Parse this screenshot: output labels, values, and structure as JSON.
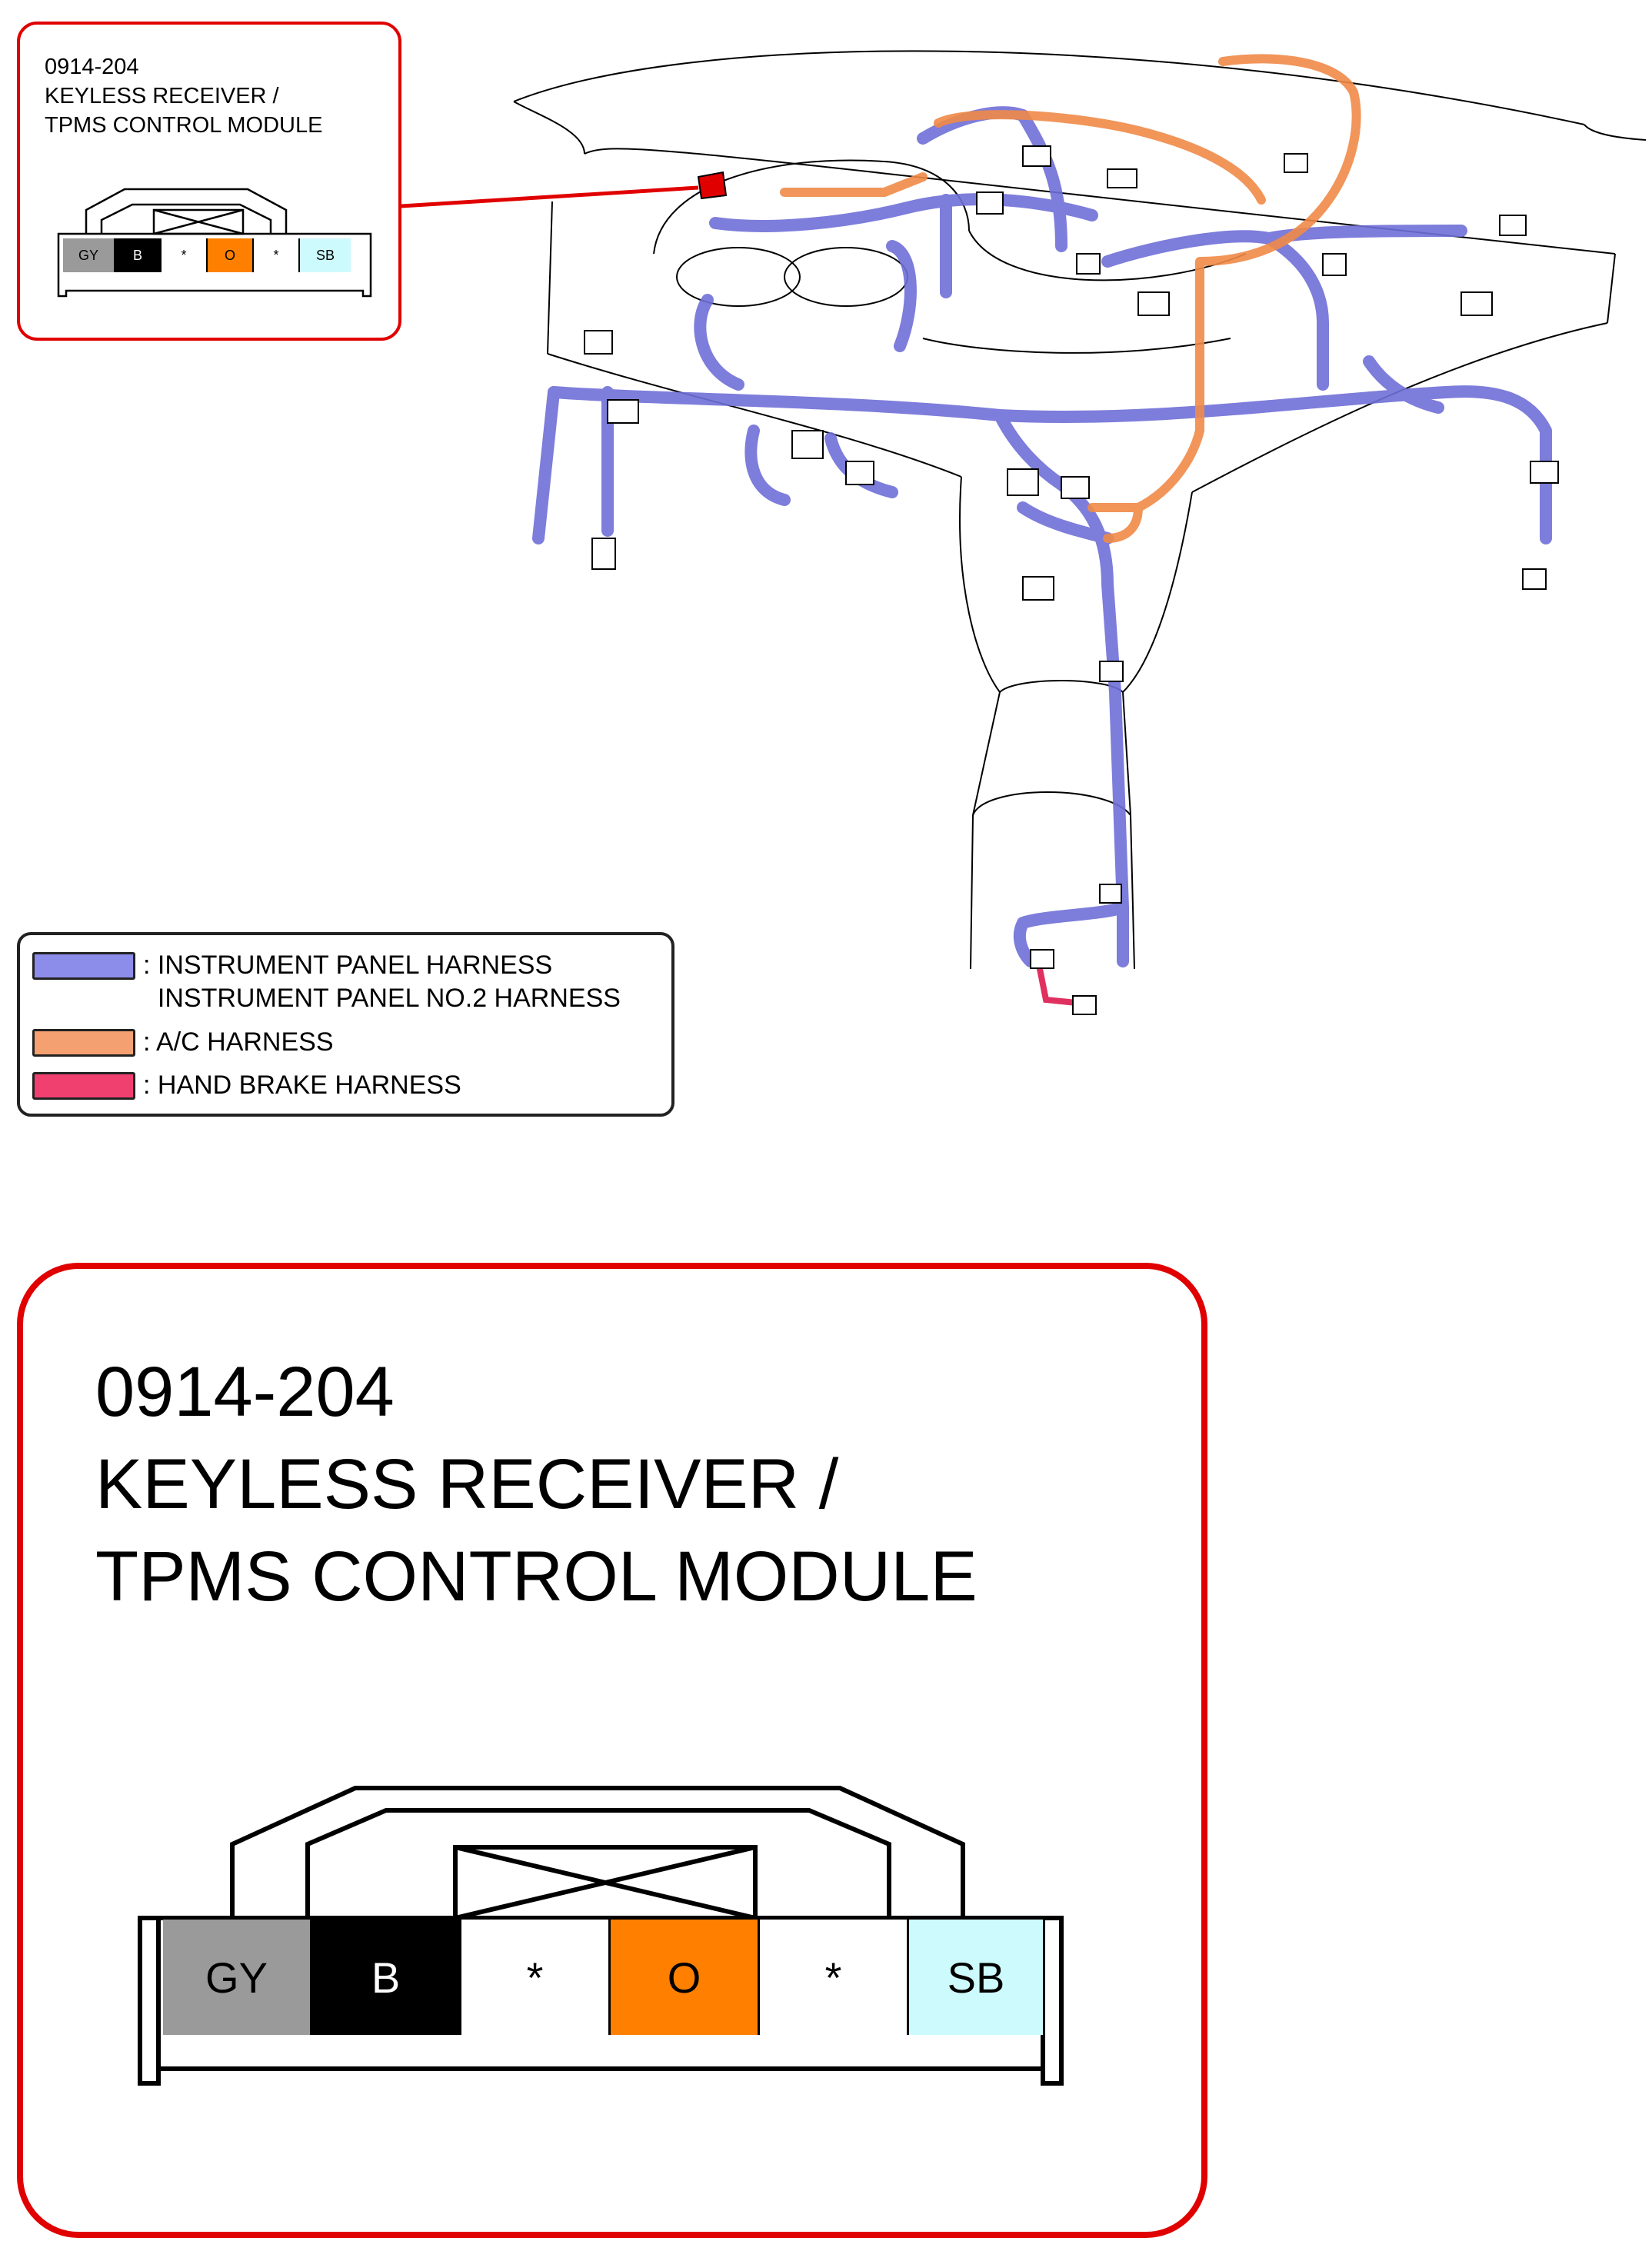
{
  "component": {
    "code": "0914-204",
    "name_line1": "KEYLESS RECEIVER /",
    "name_line2": "TPMS CONTROL MODULE",
    "small_label": "0914-204\nKEYLESS RECEIVER /\nTPMS CONTROL MODULE",
    "big_label": "0914-204\nKEYLESS RECEIVER /\nTPMS CONTROL MODULE"
  },
  "connector": {
    "pins": [
      {
        "label": "GY",
        "color": "#9a9a9a",
        "text_color": "#000000"
      },
      {
        "label": "B",
        "color": "#000000",
        "text_color": "#ffffff"
      },
      {
        "label": "*",
        "color": "#ffffff",
        "text_color": "#000000"
      },
      {
        "label": "O",
        "color": "#ff8000",
        "text_color": "#000000"
      },
      {
        "label": "*",
        "color": "#ffffff",
        "text_color": "#000000"
      },
      {
        "label": "SB",
        "color": "#cdfafc",
        "text_color": "#000000"
      }
    ]
  },
  "legend": {
    "items": [
      {
        "label": ": INSTRUMENT PANEL HARNESS\n  INSTRUMENT PANEL NO.2 HARNESS",
        "color": "#8c8cea"
      },
      {
        "label": ": A/C HARNESS",
        "color": "#f4a070"
      },
      {
        "label": ": HAND BRAKE HARNESS",
        "color": "#f04070"
      }
    ]
  },
  "colors": {
    "callout_border": "#e00000",
    "instrument_panel_harness": "#8c8cea",
    "ac_harness": "#f4a070",
    "hand_brake_harness": "#f04070"
  }
}
